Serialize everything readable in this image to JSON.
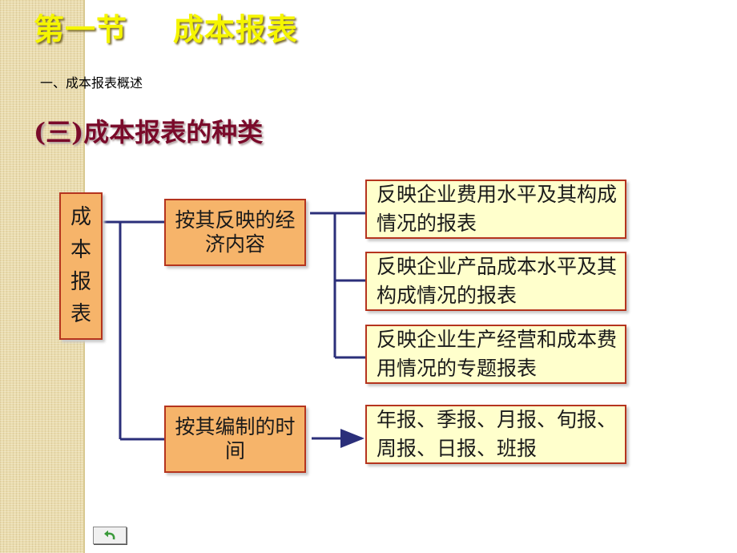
{
  "slide": {
    "title": "第一节    成本报表",
    "subtitle": "一、成本报表概述",
    "section_heading": "(三)成本报表的种类"
  },
  "diagram": {
    "root": {
      "label": [
        "成",
        "本",
        "报",
        "表"
      ]
    },
    "branches": [
      {
        "label": "按其反映的经济内容",
        "leaves": [
          "反映企业费用水平及其构成情况的报表",
          "反映企业产品成本水平及其构成情况的报表",
          "反映企业生产经营和成本费用情况的专题报表"
        ]
      },
      {
        "label": "按其编制的时间",
        "leaves": [
          "年报、季报、月报、旬报、周报、日报、班报"
        ]
      }
    ]
  },
  "colors": {
    "title": "#f5f500",
    "heading": "#7a0a2a",
    "branch_fill": "#f6b46a",
    "leaf_fill": "#ffffcc",
    "box_border": "#b5341e",
    "connector": "#2b2f7a"
  },
  "nav": {
    "icon": "return-arrow-icon"
  }
}
